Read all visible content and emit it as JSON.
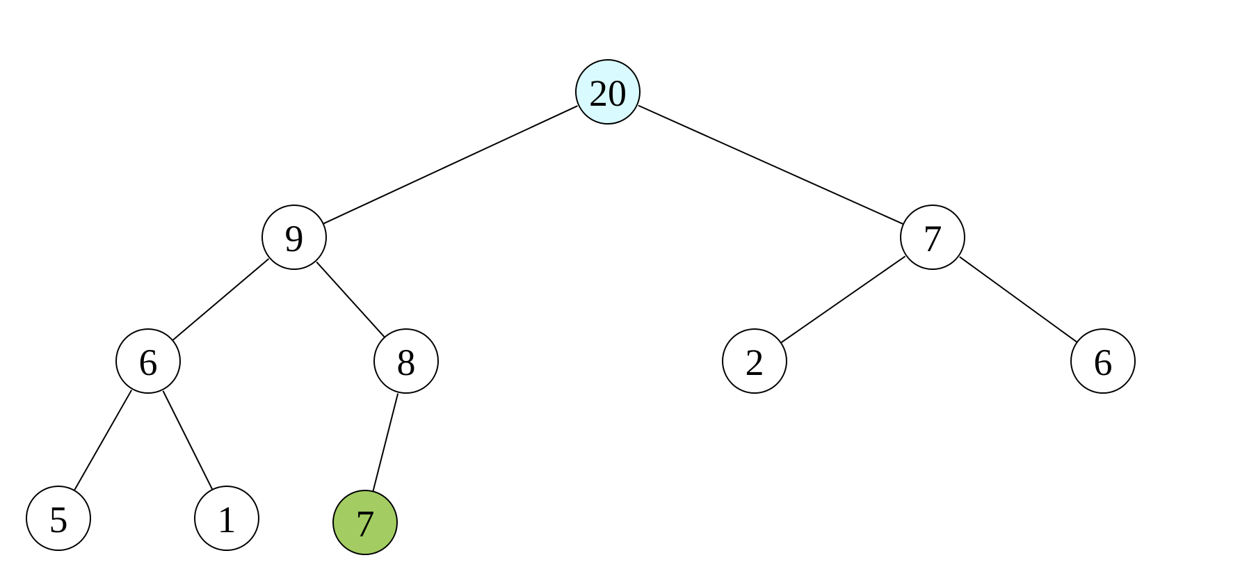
{
  "tree": {
    "nodes": [
      {
        "id": "root",
        "label": "20",
        "fill": "#d9fbff"
      },
      {
        "id": "n-9",
        "label": "9",
        "fill": "#ffffff"
      },
      {
        "id": "n-7-right",
        "label": "7",
        "fill": "#ffffff"
      },
      {
        "id": "n-6-left",
        "label": "6",
        "fill": "#ffffff"
      },
      {
        "id": "n-8",
        "label": "8",
        "fill": "#ffffff"
      },
      {
        "id": "n-2",
        "label": "2",
        "fill": "#ffffff"
      },
      {
        "id": "n-6-right",
        "label": "6",
        "fill": "#ffffff"
      },
      {
        "id": "n-5",
        "label": "5",
        "fill": "#ffffff"
      },
      {
        "id": "n-1",
        "label": "1",
        "fill": "#ffffff"
      },
      {
        "id": "n-7-new",
        "label": "7",
        "fill": "#a3cd62"
      }
    ],
    "edges": [
      {
        "from": "root",
        "to": "n-9"
      },
      {
        "from": "root",
        "to": "n-7-right"
      },
      {
        "from": "n-9",
        "to": "n-6-left"
      },
      {
        "from": "n-9",
        "to": "n-8"
      },
      {
        "from": "n-7-right",
        "to": "n-2"
      },
      {
        "from": "n-7-right",
        "to": "n-6-right"
      },
      {
        "from": "n-6-left",
        "to": "n-5"
      },
      {
        "from": "n-6-left",
        "to": "n-1"
      },
      {
        "from": "n-8",
        "to": "n-7-new"
      }
    ]
  }
}
